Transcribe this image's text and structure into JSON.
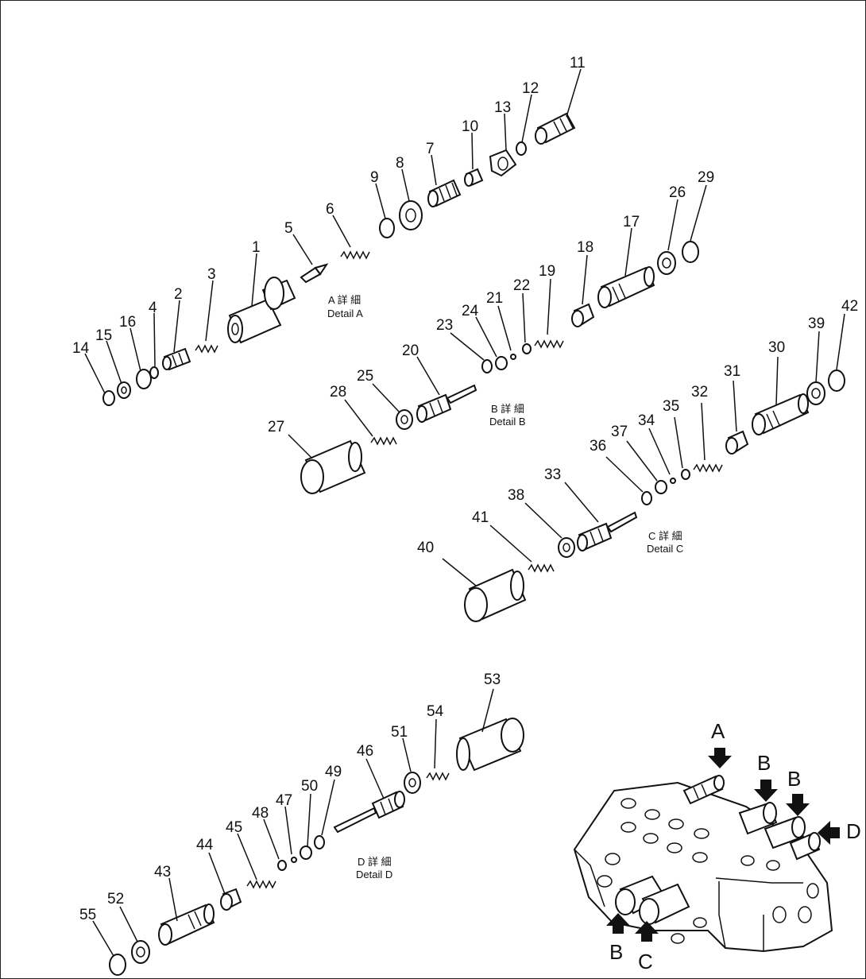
{
  "diagram": {
    "details": [
      {
        "key": "a",
        "label": "Detail  A",
        "kanji": "A  詳  細"
      },
      {
        "key": "b",
        "label": "Detail  B",
        "kanji": "B  詳  細"
      },
      {
        "key": "c",
        "label": "Detail  C",
        "kanji": "C  詳  細"
      },
      {
        "key": "d",
        "label": "Detail  D",
        "kanji": "D  詳  細"
      }
    ],
    "callouts": {
      "a": [
        "1",
        "2",
        "3",
        "4",
        "5",
        "6",
        "7",
        "8",
        "9",
        "10",
        "11",
        "12",
        "13",
        "14",
        "15",
        "16"
      ],
      "b": [
        "17",
        "18",
        "19",
        "20",
        "21",
        "22",
        "23",
        "24",
        "25",
        "26",
        "27",
        "28",
        "29"
      ],
      "c": [
        "30",
        "31",
        "32",
        "33",
        "34",
        "35",
        "36",
        "37",
        "38",
        "39",
        "40",
        "41",
        "42"
      ],
      "d": [
        "43",
        "44",
        "45",
        "46",
        "47",
        "48",
        "49",
        "50",
        "51",
        "52",
        "53",
        "54",
        "55"
      ]
    },
    "assembly_view_letters": [
      "A",
      "B",
      "B",
      "D",
      "B",
      "C"
    ]
  }
}
